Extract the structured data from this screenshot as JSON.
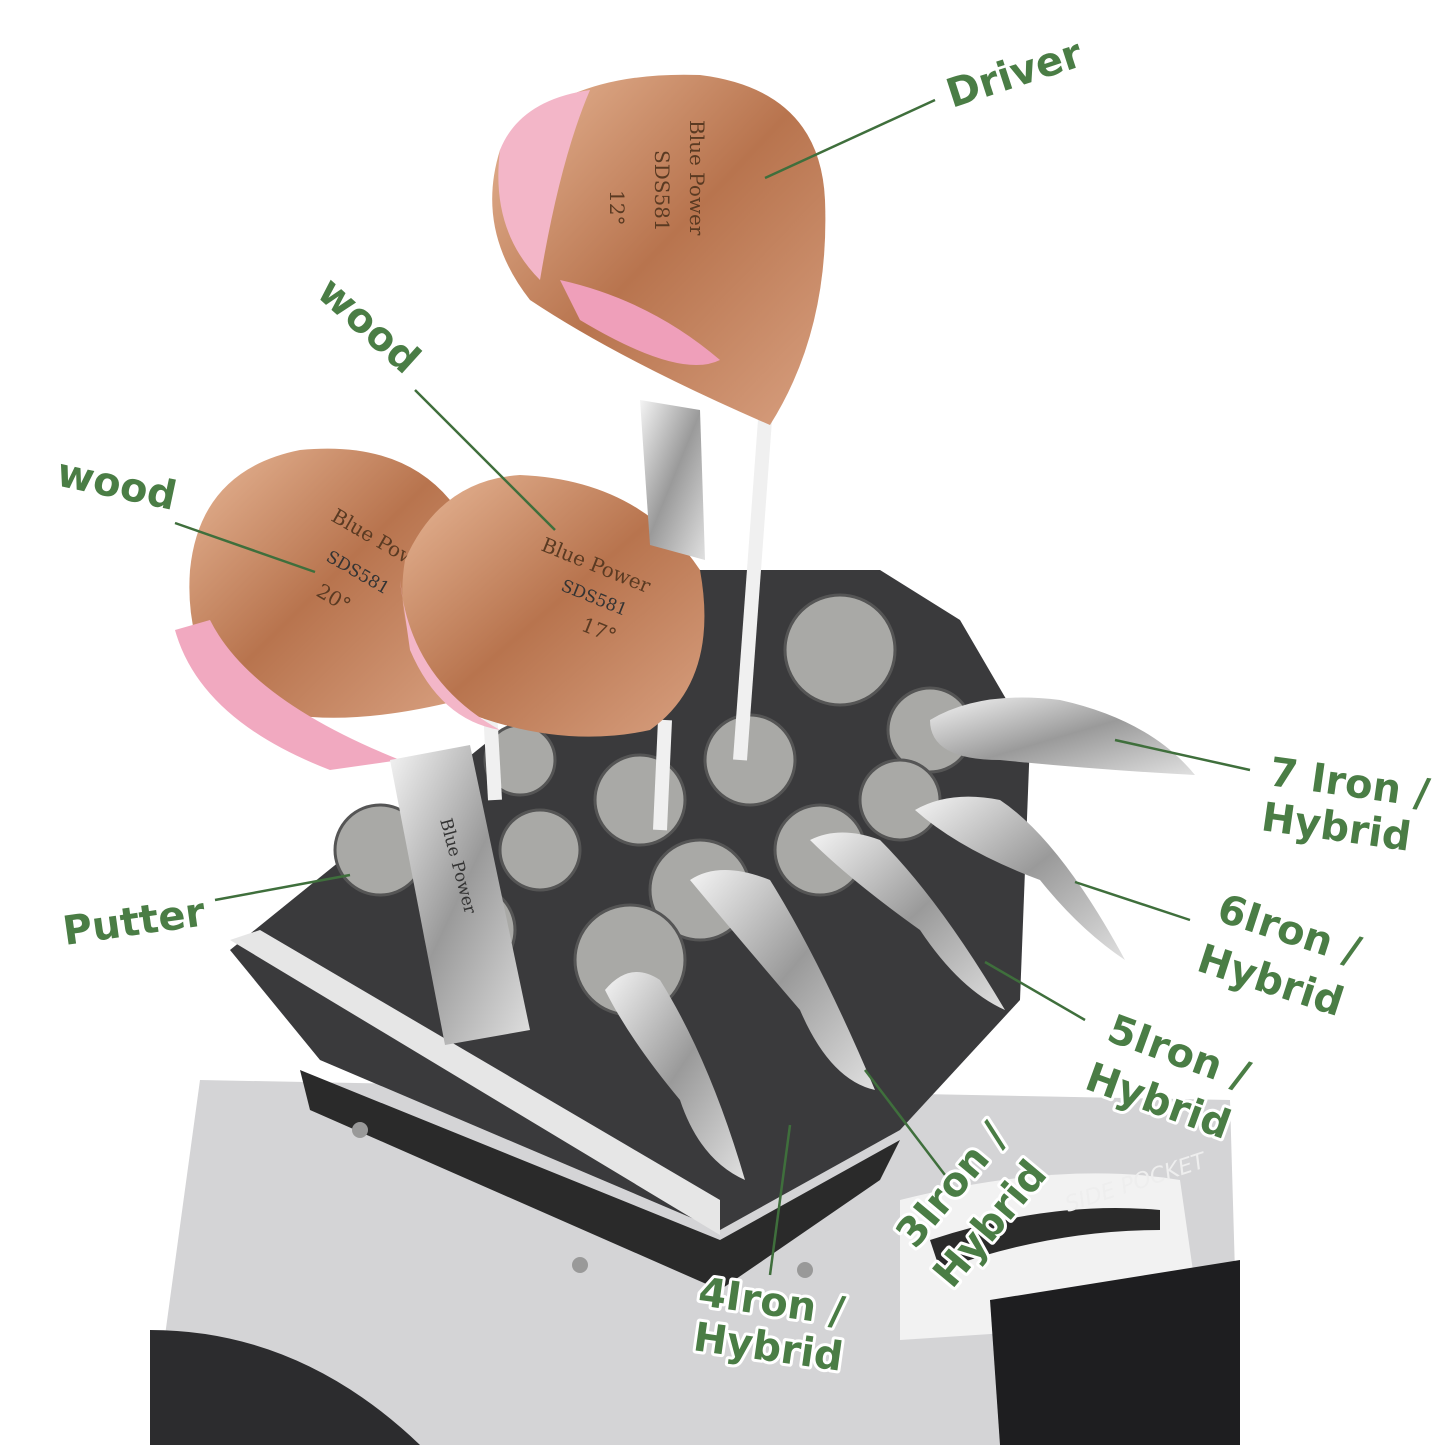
{
  "labels": {
    "driver": "Driver",
    "wood_top": "wood",
    "wood_left": "wood",
    "iron7_l1": "7 Iron /",
    "iron7_l2": "Hybrid",
    "iron6_l1": "6Iron /",
    "iron6_l2": "Hybrid",
    "iron5_l1": "5Iron /",
    "iron5_l2": "Hybrid",
    "iron3_l1": "3Iron /",
    "iron3_l2": "Hybrid",
    "iron4_l1": "4Iron /",
    "iron4_l2": "Hybrid",
    "putter": "Putter"
  },
  "engravings": {
    "brand": "Blue Power",
    "model": "SDS581",
    "driver_loft": "12°",
    "wood_left_loft": "20°",
    "wood_top_loft": "17°",
    "side_pocket": "SIDE POCKET"
  },
  "colors": {
    "label_green": "#4a7d45",
    "rose_gold": "#c98e6a",
    "pink": "#f1a9c0",
    "bag_grey": "#d4d4d6",
    "organizer": "#3a3a3c"
  }
}
